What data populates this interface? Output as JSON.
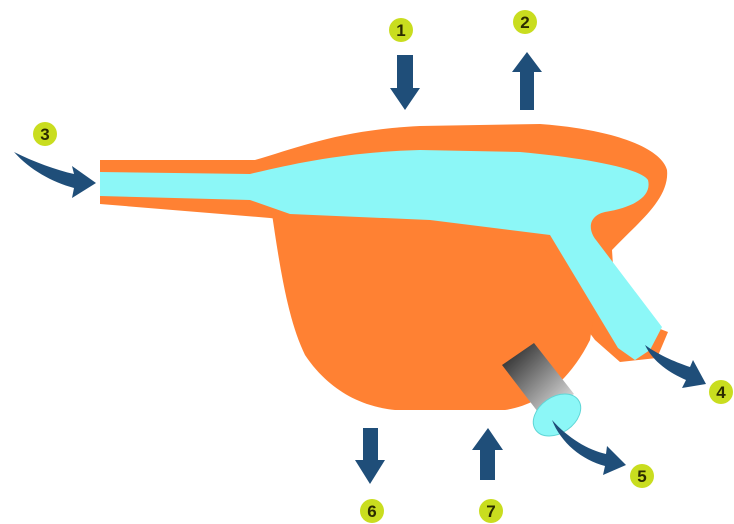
{
  "colors": {
    "body": "#FF8133",
    "fluid": "#8CF7F7",
    "arrow": "#1F4E79",
    "badge": "#C9DD1F",
    "badge_text": "#2B2B00",
    "pipe_dark": "#1A1A1A",
    "pipe_light": "#F2F2F2"
  },
  "labels": {
    "n1": "1",
    "n2": "2",
    "n3": "3",
    "n4": "4",
    "n5": "5",
    "n6": "6",
    "n7": "7"
  }
}
